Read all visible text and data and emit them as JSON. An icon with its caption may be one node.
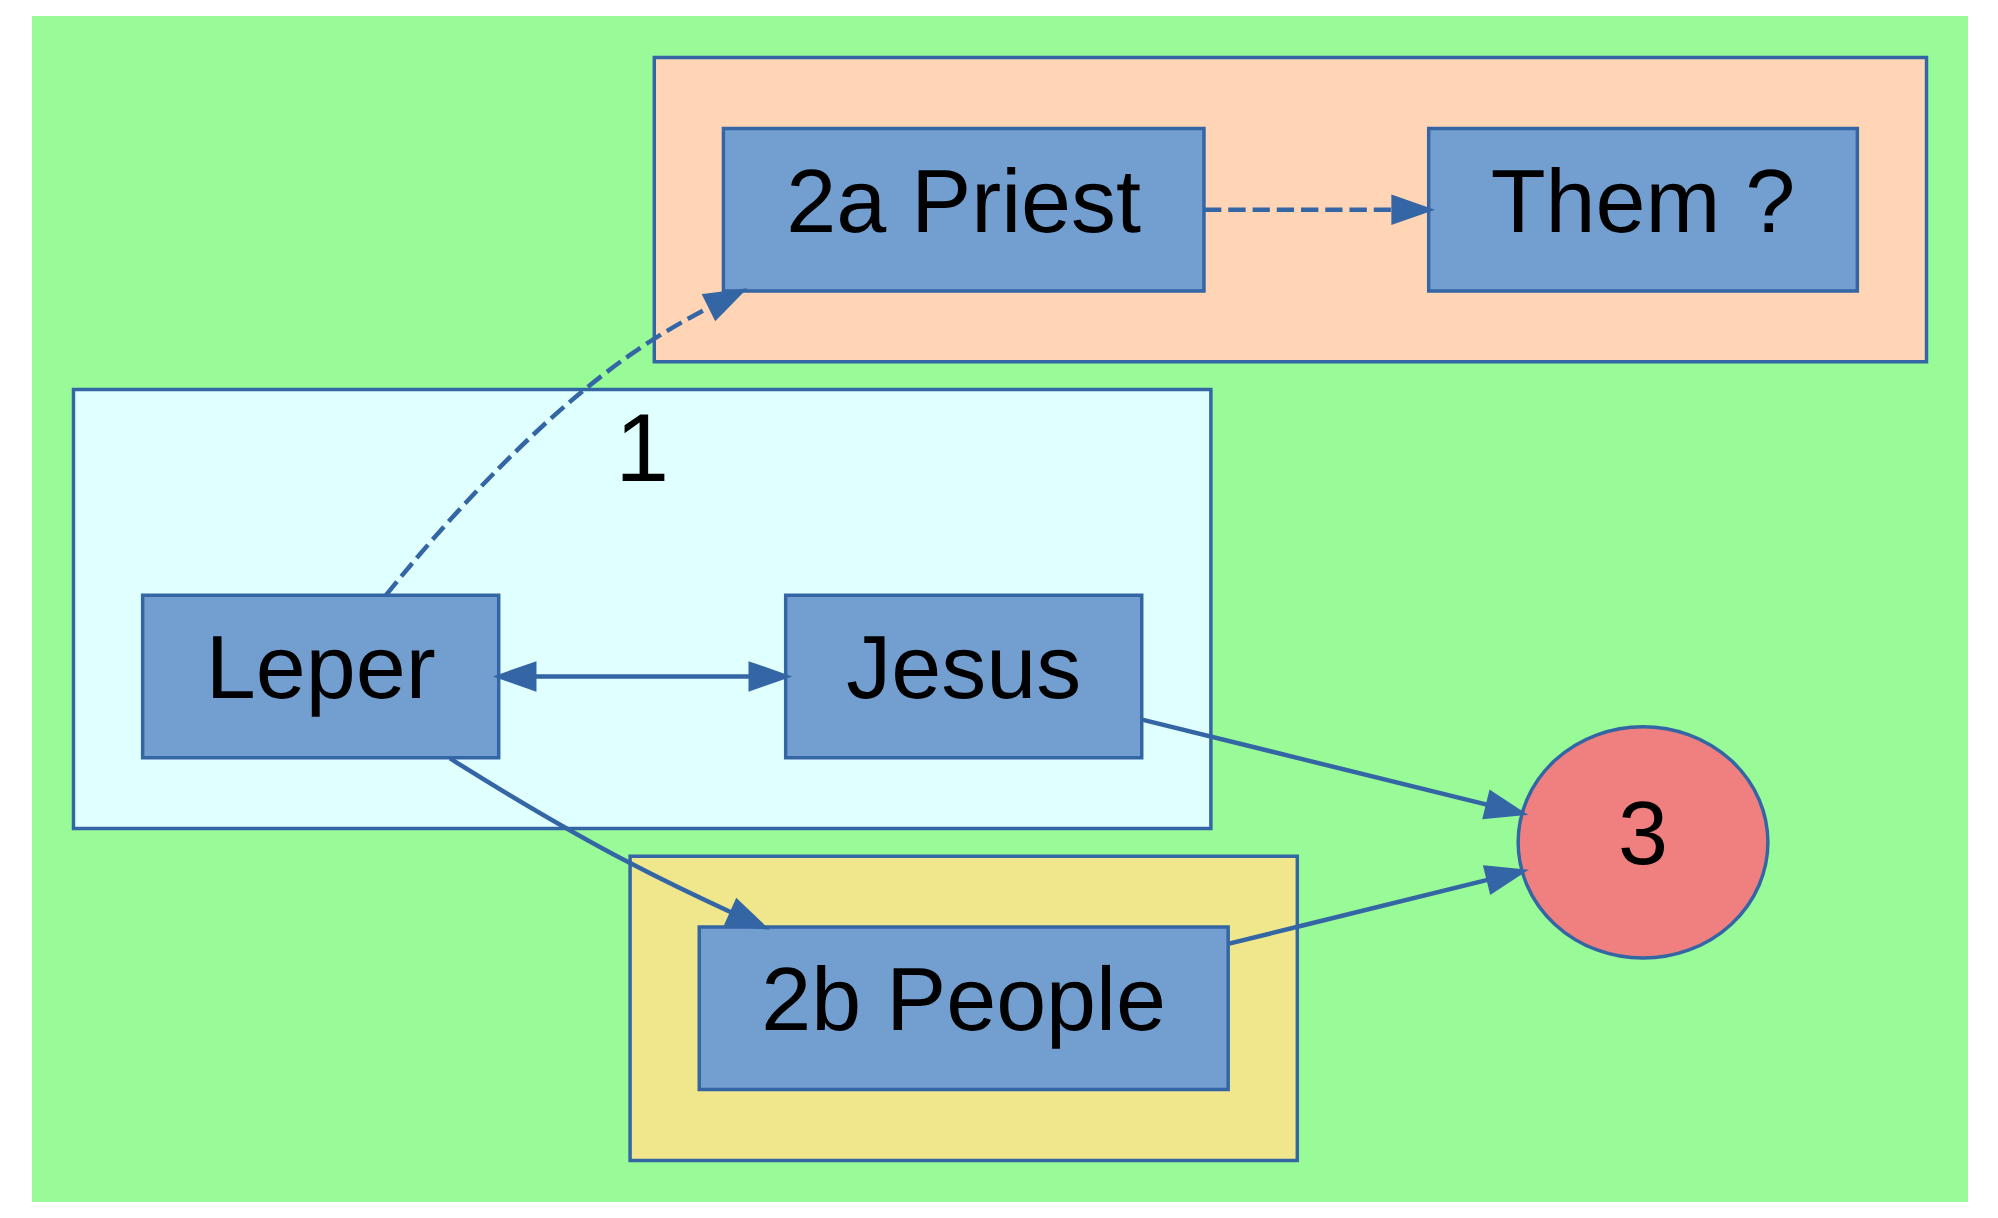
{
  "diagram": {
    "nodes": [
      {
        "text": [],
        "shape": "box"
      },
      {
        "text": [
          "2a Priest"
        ],
        "in": 0
      },
      {
        "text": [
          "Them ?"
        ],
        "in": 0
      },
      {
        "text": [],
        "shape": "box"
      },
      {
        "text": [
          "2b People"
        ],
        "in": 3
      },
      {
        "text": [
          "1"
        ]
      },
      {
        "text": [
          "Leper"
        ],
        "in": 5
      },
      {
        "text": [
          "Jesus"
        ],
        "in": 5
      },
      {
        "text": [
          "3"
        ]
      }
    ],
    "edges": [
      {
        "from": 1,
        "to": 2,
        "arrow": "to",
        "style": "dashed"
      },
      {
        "from": 6,
        "to": 1,
        "arrow": "to",
        "style": "dashed"
      },
      {
        "from": 6,
        "to": 4,
        "arrow": "to"
      },
      {
        "from": 4,
        "to": 8,
        "arrow": "to"
      },
      {
        "from": 6,
        "to": 7,
        "arrow": "both"
      },
      {
        "from": 7,
        "to": 8,
        "arrow": "to"
      }
    ]
  }
}
